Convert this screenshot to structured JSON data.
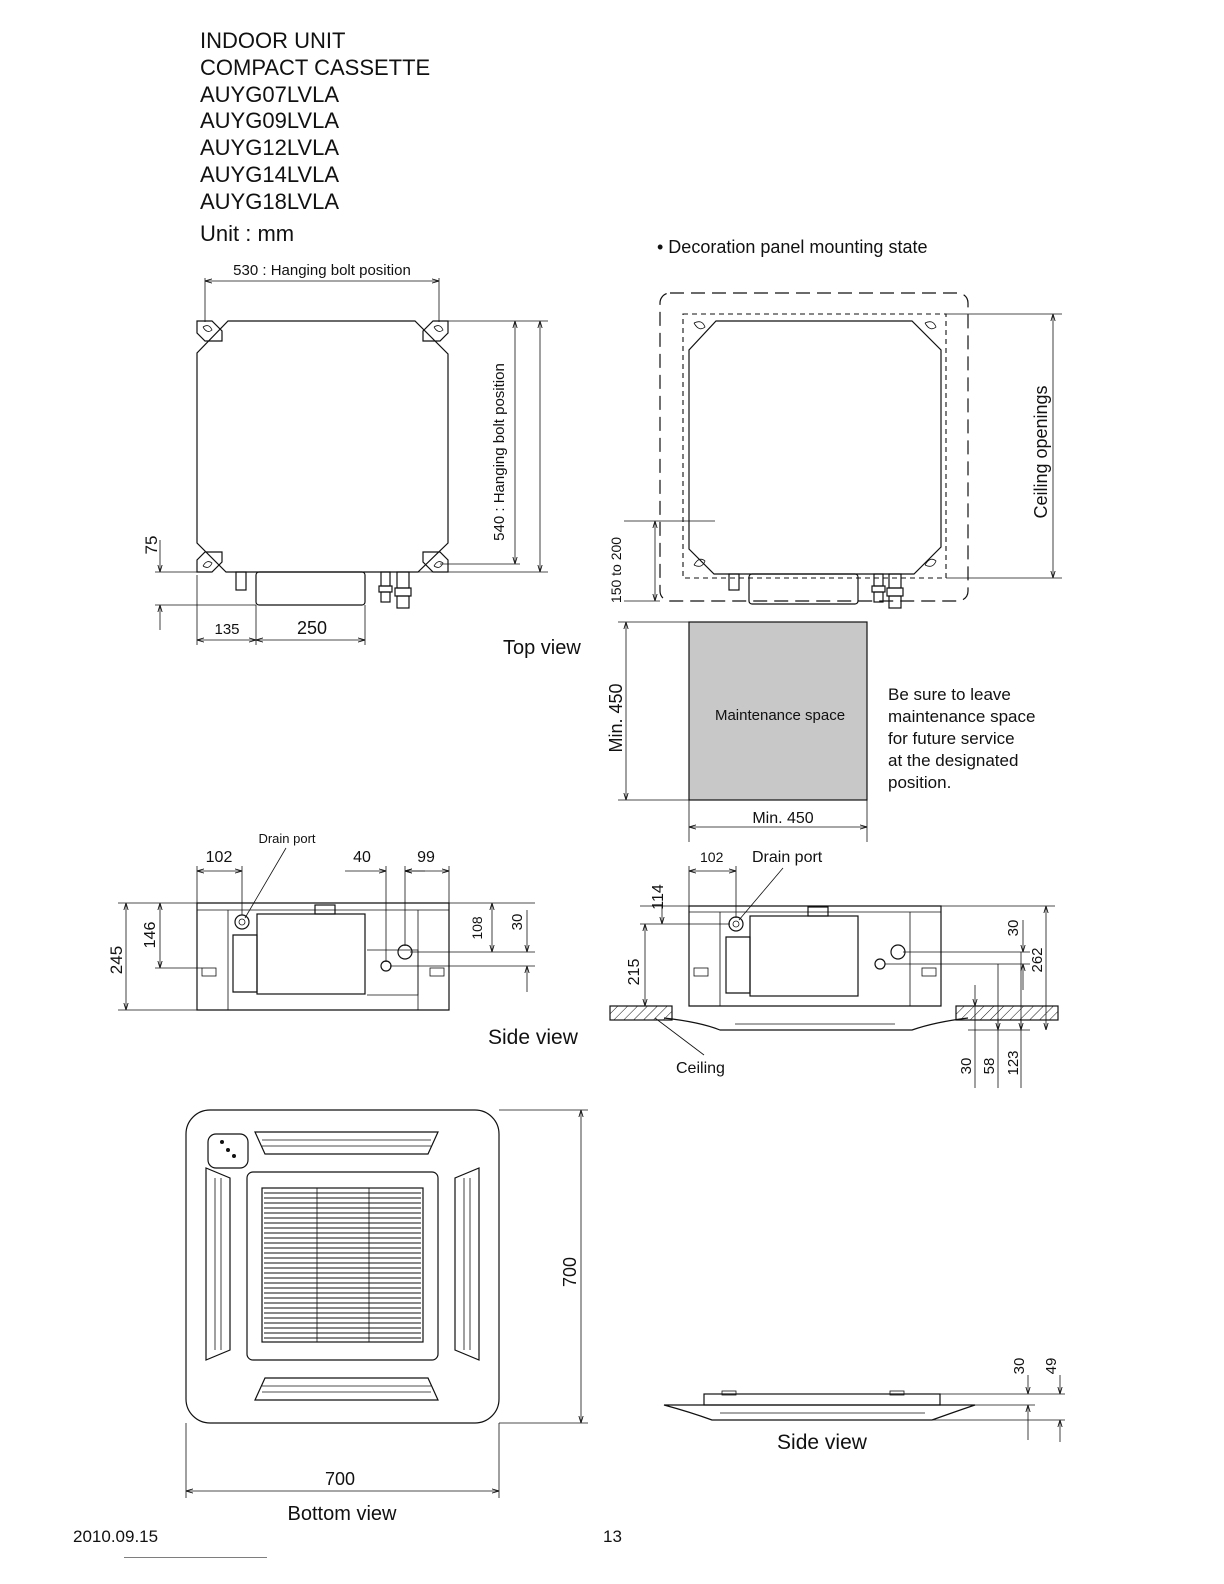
{
  "header": {
    "lines": [
      "INDOOR UNIT",
      "COMPACT CASSETTE",
      "AUYG07LVLA",
      "AUYG09LVLA",
      "AUYG12LVLA",
      "AUYG14LVLA",
      "AUYG18LVLA"
    ],
    "unit": "Unit : mm"
  },
  "top_view": {
    "hanging_bolt_width": "530 : Hanging bolt position",
    "hanging_bolt_depth": "540 : Hanging bolt position",
    "dim_75": "75",
    "dim_135": "135",
    "dim_250": "250",
    "label": "Top view"
  },
  "panel_mounting": {
    "heading": "• Decoration panel mounting state",
    "ceiling_openings": "Ceiling openings",
    "dim_150_200": "150 to 200",
    "min_450_vertical": "Min. 450",
    "min_450_horizontal": "Min. 450",
    "maintenance_space": "Maintenance space",
    "note_lines": [
      "Be sure to leave",
      "maintenance space",
      "for future service",
      "at the designated",
      "position."
    ]
  },
  "side_view_left": {
    "drain_port": "Drain port",
    "dim_102": "102",
    "dim_40": "40",
    "dim_99": "99",
    "dim_245": "245",
    "dim_146": "146",
    "dim_108": "108",
    "dim_30": "30",
    "label": "Side view"
  },
  "side_view_right": {
    "dim_102": "102",
    "drain_port": "Drain port",
    "dim_114": "114",
    "dim_215": "215",
    "dim_30_top": "30",
    "dim_262": "262",
    "dim_30_bottom": "30",
    "dim_58": "58",
    "dim_123": "123",
    "ceiling": "Ceiling"
  },
  "bottom_view": {
    "dim_700_height": "700",
    "dim_700_width": "700",
    "label": "Bottom view"
  },
  "side_view_panel": {
    "dim_30": "30",
    "dim_49": "49",
    "label": "Side view"
  },
  "footer": {
    "date": "2010.09.15",
    "page": "13"
  }
}
